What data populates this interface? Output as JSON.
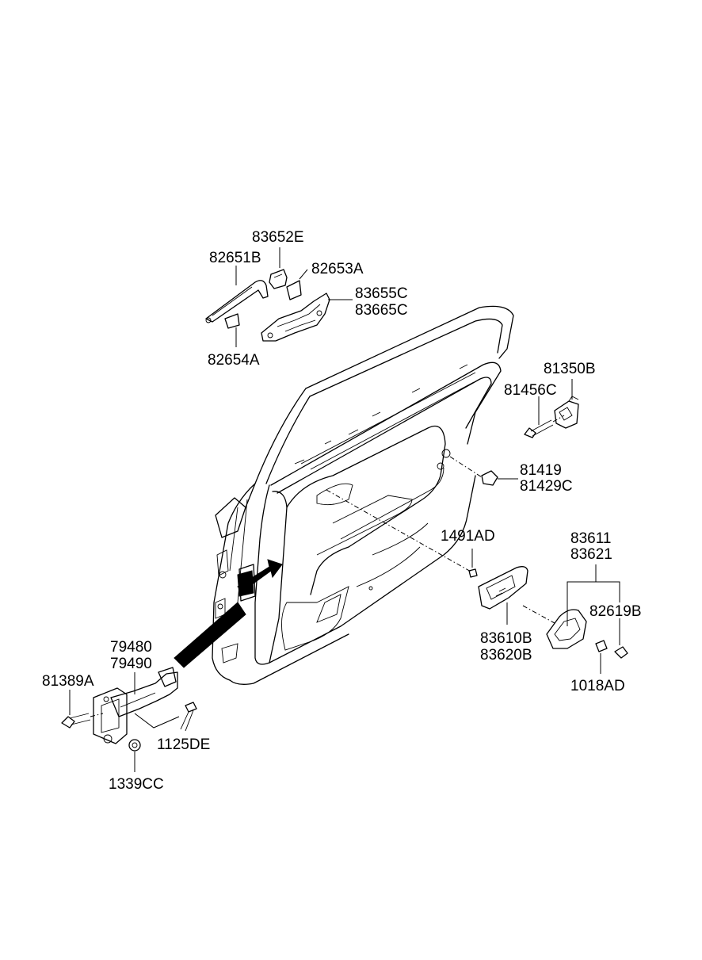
{
  "labels": {
    "p83652E": "83652E",
    "p82651B": "82651B",
    "p82653A": "82653A",
    "p83655C": "83655C",
    "p83665C": "83665C",
    "p82654A": "82654A",
    "p81350B": "81350B",
    "p81456C": "81456C",
    "p81419": "81419",
    "p81429C": "81429C",
    "p1491AD": "1491AD",
    "p83611": "83611",
    "p83621": "83621",
    "p82619B": "82619B",
    "p83610B": "83610B",
    "p83620B": "83620B",
    "p1018AD": "1018AD",
    "p79480": "79480",
    "p79490": "79490",
    "p81389A": "81389A",
    "p1125DE": "1125DE",
    "p1339CC": "1339CC"
  }
}
